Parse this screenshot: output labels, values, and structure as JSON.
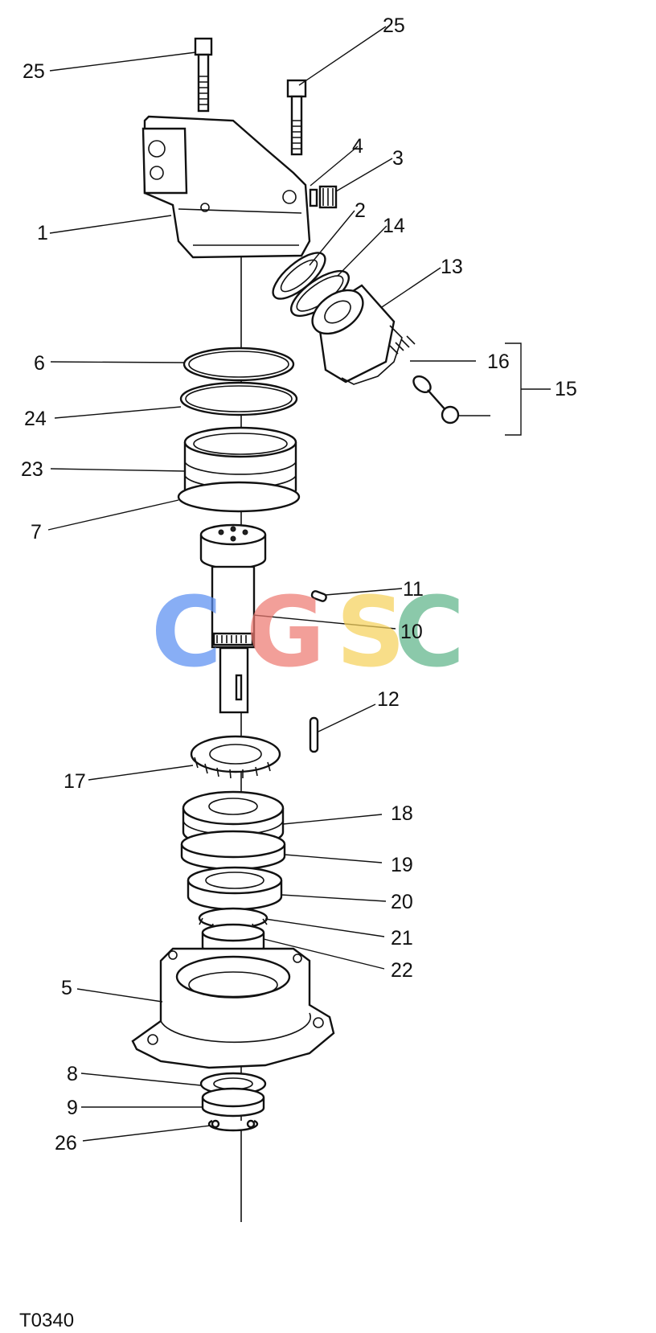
{
  "watermark": {
    "letters": [
      "C",
      "G",
      "S",
      "C"
    ],
    "colors": [
      "#5b8ff2",
      "#ee7b72",
      "#f6d25c",
      "#5fb58a"
    ]
  },
  "callouts": {
    "c1": "1",
    "c2": "2",
    "c3": "3",
    "c4": "4",
    "c5": "5",
    "c6": "6",
    "c7": "7",
    "c8": "8",
    "c9": "9",
    "c10": "10",
    "c11": "11",
    "c12": "12",
    "c13": "13",
    "c14": "14",
    "c15": "15",
    "c16": "16",
    "c17": "17",
    "c18": "18",
    "c19": "19",
    "c20": "20",
    "c21": "21",
    "c22": "22",
    "c23": "23",
    "c24": "24",
    "c25a": "25",
    "c25b": "25",
    "c26": "26"
  },
  "caption": "T0340"
}
